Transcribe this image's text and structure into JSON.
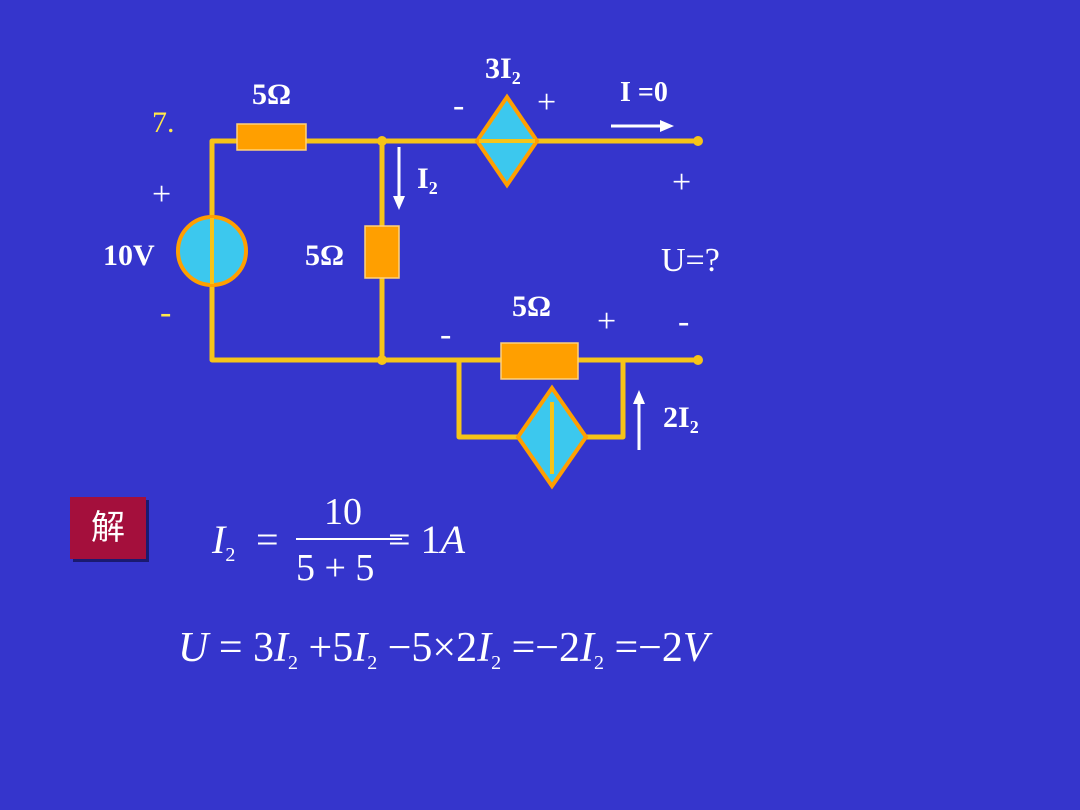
{
  "problem_number": "7.",
  "labels": {
    "r_top": "5Ω",
    "r_mid": "5Ω",
    "r_bottom": "5Ω",
    "source_voltage": "10V",
    "dep_voltage_coef": "3I",
    "dep_voltage_sub": "2",
    "current_out": "I =0",
    "branch_current": "I",
    "branch_current_sub": "2",
    "dep_current_coef": "2I",
    "dep_current_sub": "2",
    "unknown_voltage": "U=?",
    "plus": "+",
    "minus": "-"
  },
  "solution": {
    "badge": "解",
    "eq1": {
      "lhs_var": "I",
      "lhs_sub": "2",
      "equals": "=",
      "numerator": "10",
      "denominator": "5 + 5",
      "result": "= 1",
      "result_unit": "A"
    },
    "eq2": {
      "u": "U",
      "eq": "=",
      "t1_coef": "3",
      "t2_op": "+",
      "t2_coef": "5",
      "t3_op": "−",
      "t3_coef": "5",
      "times": "×",
      "t3_coef2": "2",
      "eq_again": "=",
      "t4_coef": "−2",
      "eq_final": "=",
      "final": "−2",
      "final_unit": "V",
      "var": "I",
      "sub": "2"
    }
  },
  "colors": {
    "background": "#3535cc",
    "wire": "#f6c418",
    "resistor": "#ff9f00",
    "source_fill": "#3cc8ee",
    "badge": "#a40f3c"
  }
}
